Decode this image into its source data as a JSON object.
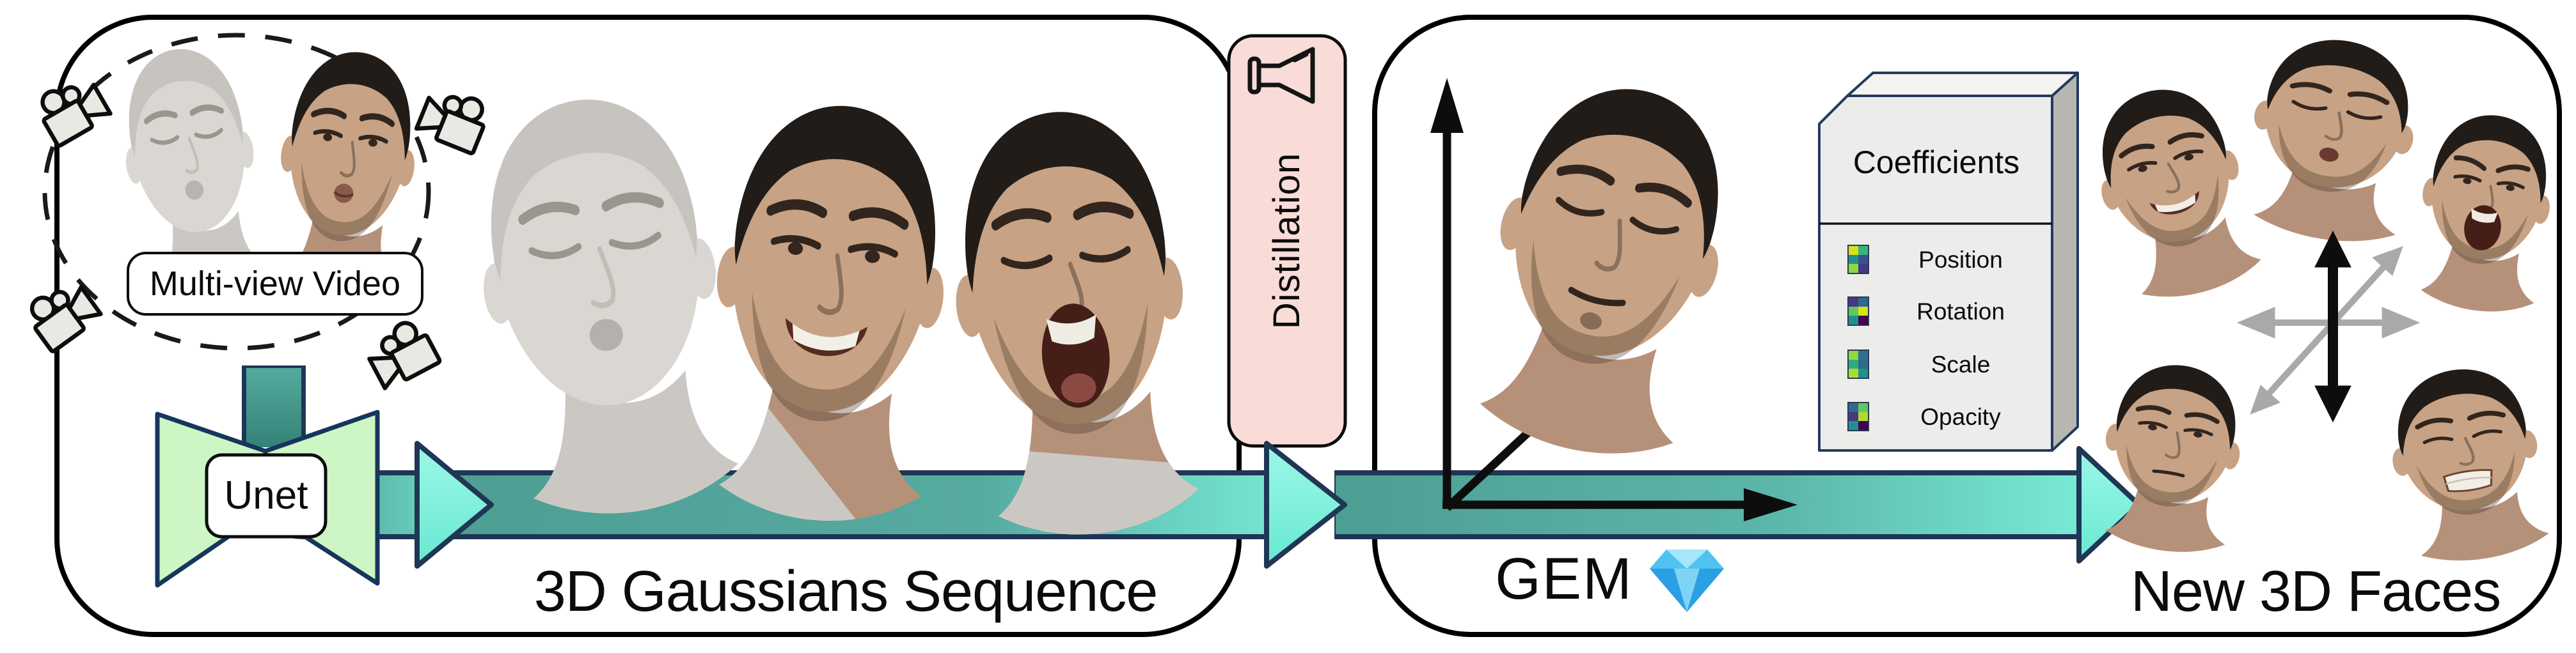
{
  "figure": {
    "stage_capture": {
      "input_label": "Multi-view Video",
      "model_label": "Unet"
    },
    "stage_gaussians": {
      "caption": "3D Gaussians Sequence"
    },
    "bridge": {
      "label": "Distillation"
    },
    "stage_gem": {
      "caption": "GEM",
      "coefficients": {
        "title": "Coefficients",
        "rows": [
          {
            "label": "Position",
            "palette": [
              "#d8e219",
              "#35b779",
              "#21918c",
              "#3b528b",
              "#90d743",
              "#443983"
            ]
          },
          {
            "label": "Rotation",
            "palette": [
              "#443983",
              "#31688e",
              "#5ec962",
              "#d8e219",
              "#21918c",
              "#440154"
            ]
          },
          {
            "label": "Scale",
            "palette": [
              "#90d743",
              "#2c728e",
              "#28ae80",
              "#31688e",
              "#addc30",
              "#21918c"
            ]
          },
          {
            "label": "Opacity",
            "palette": [
              "#31688e",
              "#5ec962",
              "#443983",
              "#addc30",
              "#21918c",
              "#440154"
            ]
          }
        ]
      }
    },
    "stage_new_faces": {
      "caption": "New 3D Faces"
    },
    "icons": {
      "camera": "video-camera",
      "flask": "erlenmeyer-flask",
      "diamond": "blue-diamond"
    },
    "colors": {
      "flow_teal": "#4d9e93",
      "flow_aqua": "#7df3de",
      "flow_border": "#1f3655",
      "unet_green": "#cdf6c4",
      "distillation_pink": "#f9dcd8",
      "panel_border": "#000000",
      "diamond_blue": "#2a9fe3"
    }
  }
}
